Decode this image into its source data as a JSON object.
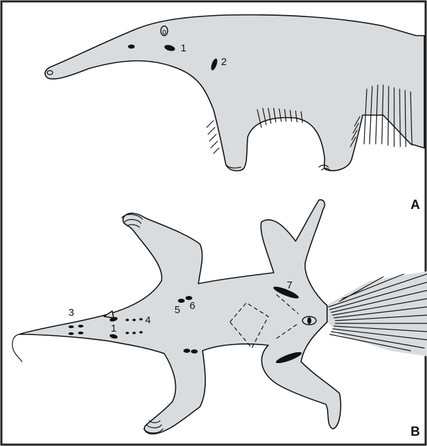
{
  "panels": {
    "a": "A",
    "b": "B"
  },
  "labels": {
    "p1": "1",
    "p2": "2",
    "v3": "3",
    "v1": "1",
    "v4": "4",
    "v5": "5",
    "v6": "6",
    "v7": "7"
  }
}
